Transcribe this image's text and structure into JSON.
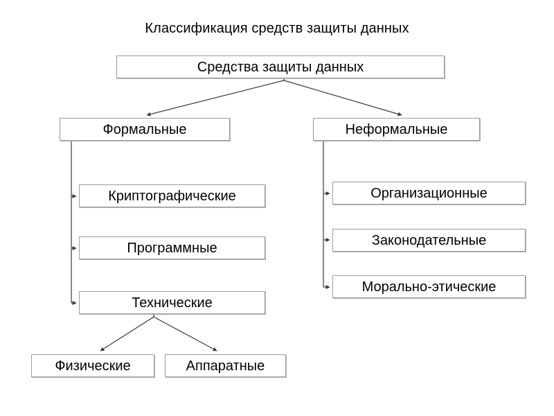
{
  "page": {
    "title": "Классификация средств защиты данных",
    "background_color": "#ffffff",
    "line_color": "#3a3a3a",
    "box_border_color": "#9a9a9a",
    "text_color": "#000000"
  },
  "diagram": {
    "type": "tree-hierarchy",
    "root": {
      "label": "Средства защиты данных"
    },
    "branches": [
      {
        "label": "Формальные",
        "children": [
          {
            "label": "Криптографические"
          },
          {
            "label": "Программные"
          },
          {
            "label": "Технические",
            "children": [
              {
                "label": "Физические"
              },
              {
                "label": "Аппаратные"
              }
            ]
          }
        ]
      },
      {
        "label": "Неформальные",
        "children": [
          {
            "label": "Организационные"
          },
          {
            "label": "Законодательные"
          },
          {
            "label": "Морально-этические"
          }
        ]
      }
    ]
  }
}
